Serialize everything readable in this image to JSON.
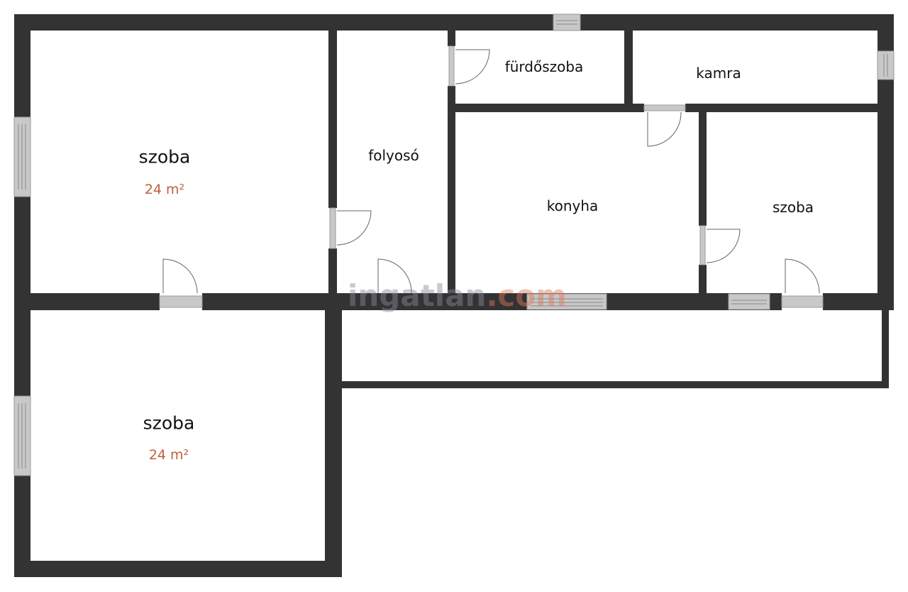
{
  "plan": {
    "rooms": [
      {
        "name": "szoba",
        "area": "24 m²"
      },
      {
        "name": "folyosó"
      },
      {
        "name": "fürdőszoba"
      },
      {
        "name": "kamra"
      },
      {
        "name": "konyha"
      },
      {
        "name": "szoba"
      },
      {
        "name": "szoba",
        "area": "24 m²"
      }
    ]
  },
  "watermark": {
    "part1": "ingatl",
    "part2": "an",
    "part3": ".com"
  },
  "colors": {
    "wall": "#333333",
    "area": "#c0603a"
  }
}
